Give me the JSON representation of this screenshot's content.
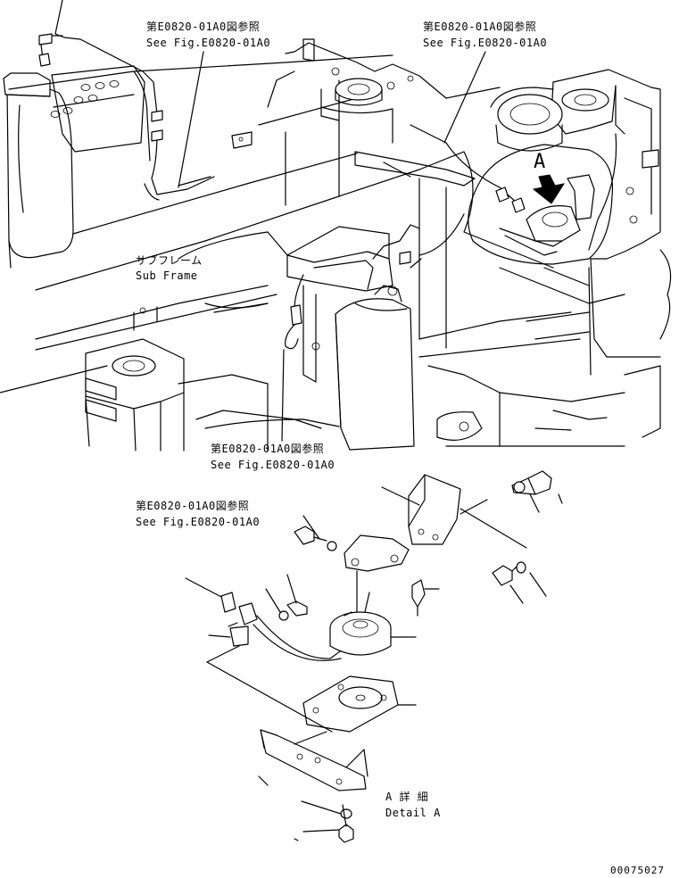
{
  "callouts": {
    "fig_ref_jp": "第E0820-01A0図参照",
    "fig_ref_en": "See Fig.E0820-01A0"
  },
  "sub_frame": {
    "jp": "サブフレーム",
    "en": "Sub Frame"
  },
  "detail": {
    "marker": "A",
    "jp": "A 詳 細",
    "en": "Detail A"
  },
  "drawing_number": "00075027"
}
